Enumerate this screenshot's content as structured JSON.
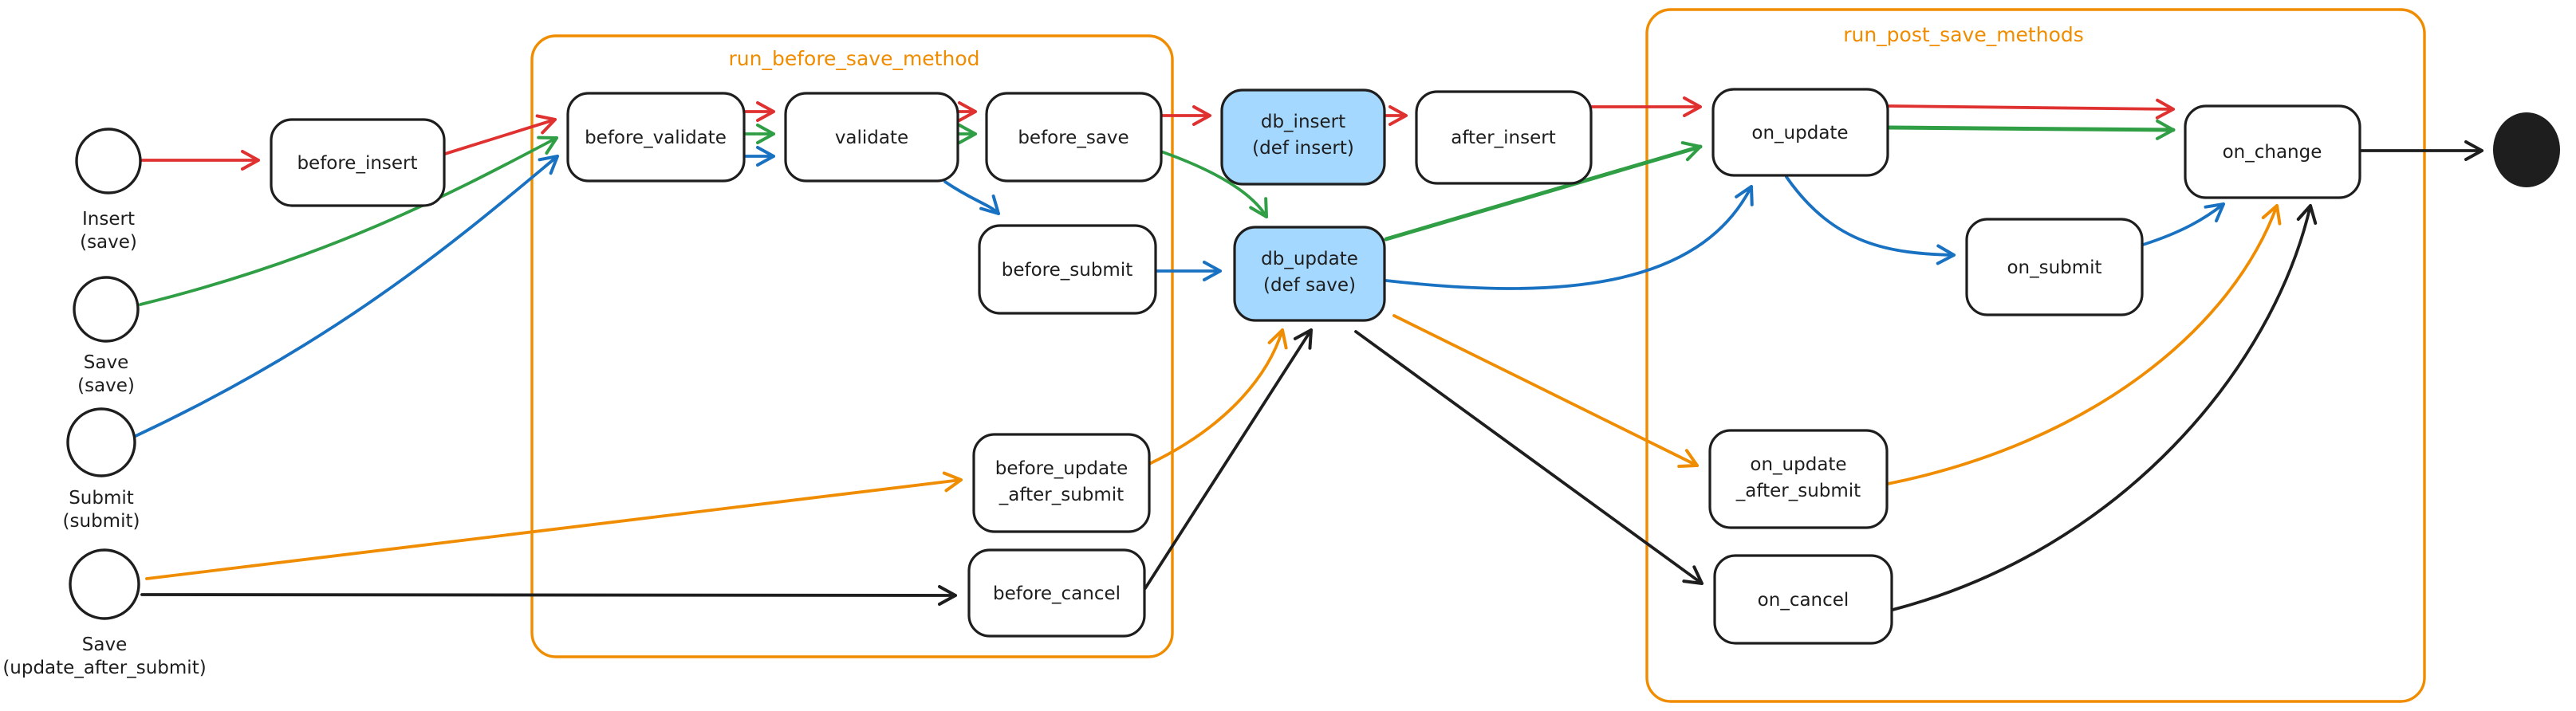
{
  "diagram": {
    "colors": {
      "red": "#e03131",
      "green": "#2f9e44",
      "blue": "#1971c2",
      "orange": "#f08c00",
      "black": "#1e1e1e",
      "node_fill": "#ffffff",
      "highlight_fill": "#a5d8ff"
    },
    "containers": {
      "before": {
        "label": "run_before_save_method"
      },
      "post": {
        "label": "run_post_save_methods"
      }
    },
    "start_states": {
      "insert": {
        "line1": "Insert",
        "line2": "(save)"
      },
      "save": {
        "line1": "Save",
        "line2": "(save)"
      },
      "submit": {
        "line1": "Submit",
        "line2": "(submit)"
      },
      "update_after_submit": {
        "line1": "Save",
        "line2": "(update_after_submit)"
      }
    },
    "nodes": {
      "before_insert": {
        "label": "before_insert"
      },
      "before_validate": {
        "label": "before_validate"
      },
      "validate": {
        "label": "validate"
      },
      "before_save": {
        "label": "before_save"
      },
      "before_submit": {
        "label": "before_submit"
      },
      "before_update_after_submit": {
        "line1": "before_update",
        "line2": "_after_submit"
      },
      "before_cancel": {
        "label": "before_cancel"
      },
      "db_insert": {
        "line1": "db_insert",
        "line2": "(def insert)"
      },
      "db_update": {
        "line1": "db_update",
        "line2": "(def save)"
      },
      "after_insert": {
        "label": "after_insert"
      },
      "on_update": {
        "label": "on_update"
      },
      "on_submit": {
        "label": "on_submit"
      },
      "on_update_after_submit": {
        "line1": "on_update",
        "line2": "_after_submit"
      },
      "on_cancel": {
        "label": "on_cancel"
      },
      "on_change": {
        "label": "on_change"
      }
    },
    "end_state": {
      "type": "terminal-dot"
    },
    "edges": [
      {
        "from": "start_insert",
        "to": "before_insert",
        "color": "red"
      },
      {
        "from": "before_insert",
        "to": "before_validate",
        "color": "red"
      },
      {
        "from": "start_save",
        "to": "before_validate",
        "color": "green"
      },
      {
        "from": "start_submit",
        "to": "before_validate",
        "color": "blue"
      },
      {
        "from": "before_validate",
        "to": "validate",
        "color": "red"
      },
      {
        "from": "before_validate",
        "to": "validate",
        "color": "green"
      },
      {
        "from": "before_validate",
        "to": "validate",
        "color": "blue"
      },
      {
        "from": "validate",
        "to": "before_save",
        "color": "red"
      },
      {
        "from": "validate",
        "to": "before_save",
        "color": "green"
      },
      {
        "from": "validate",
        "to": "before_submit",
        "color": "blue"
      },
      {
        "from": "before_save",
        "to": "db_insert",
        "color": "red"
      },
      {
        "from": "before_save",
        "to": "db_update",
        "color": "green"
      },
      {
        "from": "before_submit",
        "to": "db_update",
        "color": "blue"
      },
      {
        "from": "start_update_after_submit",
        "to": "before_update_after_submit",
        "color": "orange"
      },
      {
        "from": "start_update_after_submit",
        "to": "before_cancel",
        "color": "black"
      },
      {
        "from": "before_update_after_submit",
        "to": "db_update",
        "color": "orange"
      },
      {
        "from": "before_cancel",
        "to": "db_update",
        "color": "black"
      },
      {
        "from": "db_insert",
        "to": "after_insert",
        "color": "red"
      },
      {
        "from": "after_insert",
        "to": "on_update",
        "color": "red"
      },
      {
        "from": "db_update",
        "to": "on_update",
        "color": "green"
      },
      {
        "from": "db_update",
        "to": "on_update",
        "color": "blue"
      },
      {
        "from": "on_update",
        "to": "on_submit",
        "color": "blue"
      },
      {
        "from": "db_update",
        "to": "on_update_after_submit",
        "color": "orange"
      },
      {
        "from": "db_update",
        "to": "on_cancel",
        "color": "black"
      },
      {
        "from": "on_update",
        "to": "on_change",
        "color": "red"
      },
      {
        "from": "on_update",
        "to": "on_change",
        "color": "green"
      },
      {
        "from": "on_submit",
        "to": "on_change",
        "color": "blue"
      },
      {
        "from": "on_update_after_submit",
        "to": "on_change",
        "color": "orange"
      },
      {
        "from": "on_cancel",
        "to": "on_change",
        "color": "black"
      },
      {
        "from": "on_change",
        "to": "end",
        "color": "black"
      }
    ]
  }
}
